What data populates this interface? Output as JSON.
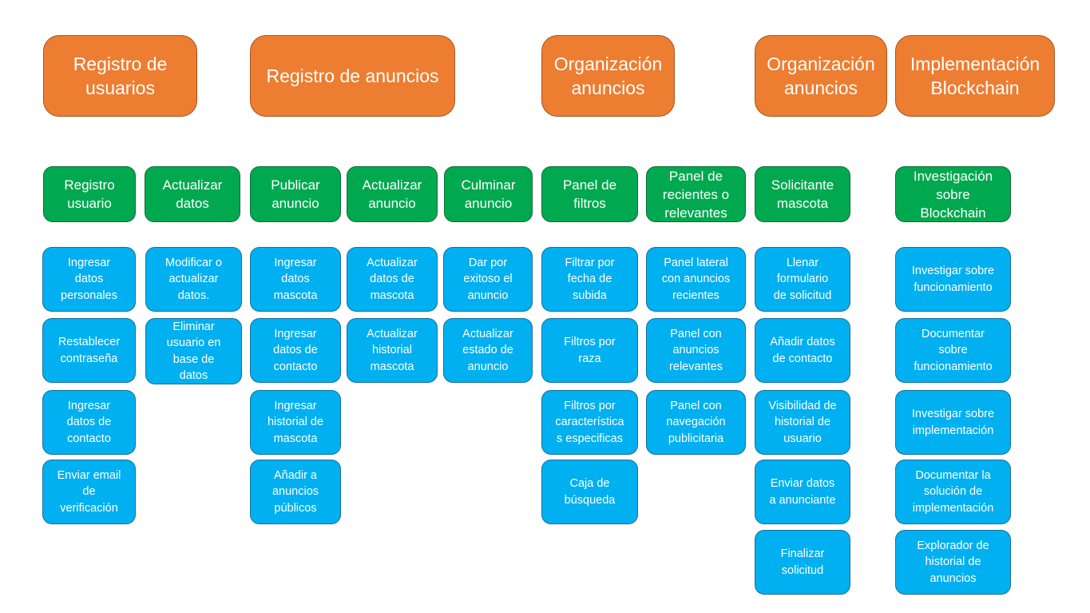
{
  "epics": [
    {
      "label": "Registro de\nusuarios"
    },
    {
      "label": "Registro de anuncios"
    },
    {
      "label": "Organización\nanuncios"
    },
    {
      "label": "Organización\nanuncios"
    },
    {
      "label": "Implementación\nBlockchain"
    }
  ],
  "features": [
    {
      "label": "Registro\nusuario"
    },
    {
      "label": "Actualizar\ndatos"
    },
    {
      "label": "Publicar\nanuncio"
    },
    {
      "label": "Actualizar\nanuncio"
    },
    {
      "label": "Culminar\nanuncio"
    },
    {
      "label": "Panel de\nfiltros"
    },
    {
      "label": "Panel de\nrecientes o\nrelevantes"
    },
    {
      "label": "Solicitante\nmascota"
    },
    {
      "label": "Investigación\nsobre\nBlockchain"
    }
  ],
  "stories": {
    "registro_usuario": [
      "Ingresar\ndatos\npersonales",
      "Restablecer\ncontraseña",
      "Ingresar\ndatos de\ncontacto",
      "Enviar email\nde\nverificación"
    ],
    "actualizar_datos": [
      "Modificar o\nactualizar\ndatos.",
      "Eliminar\nusuario en\nbase de\ndatos"
    ],
    "publicar_anuncio": [
      "Ingresar\ndatos\nmascota",
      "Ingresar\ndatos de\ncontacto",
      "Ingresar\nhistorial de\nmascota",
      "Añadir a\nanuncios\npúblicos"
    ],
    "actualizar_anuncio": [
      "Actualizar\ndatos de\nmascota",
      "Actualizar\nhistorial\nmascota"
    ],
    "culminar_anuncio": [
      "Dar por\nexitoso el\nanuncio",
      "Actualizar\nestado de\nanuncio"
    ],
    "panel_filtros": [
      "Filtrar por\nfecha de\nsubida",
      "Filtros por\nraza",
      "Filtros por\ncaracterística\ns especificas",
      "Caja de\nbúsqueda"
    ],
    "panel_recientes": [
      "Panel lateral\ncon anuncios\nrecientes",
      "Panel con\nanuncios\nrelevantes",
      "Panel con\nnavegación\npublicitaria"
    ],
    "solicitante": [
      "Llenar\nformulario\nde solicitud",
      "Añadir datos\nde contacto",
      "Visibilidad de\nhistorial de\nusuario",
      "Enviar datos\na anunciante",
      "Finalizar\nsolicitud"
    ],
    "blockchain": [
      "Investigar sobre\nfuncionamiento",
      "Documentar\nsobre\nfuncionamiento",
      "Investigar sobre\nimplementación",
      "Documentar la\nsolución de\nimplementación",
      "Explorador de\nhistorial de\nanuncios"
    ]
  },
  "colors": {
    "epic": "#ED7D31",
    "feature": "#00A94F",
    "story": "#00B0F0"
  }
}
